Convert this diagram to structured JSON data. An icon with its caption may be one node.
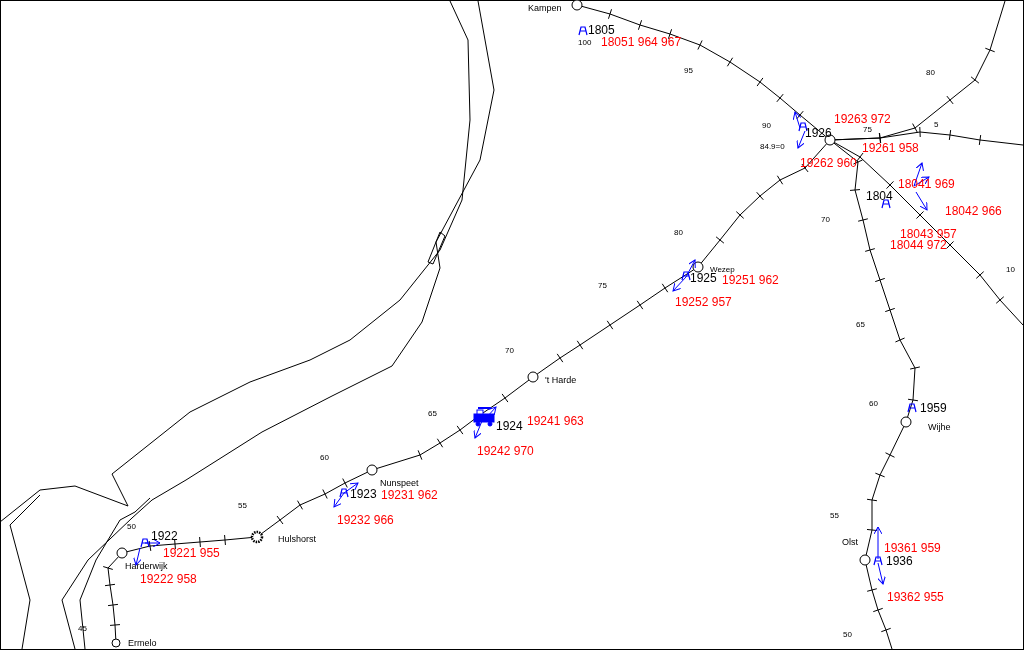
{
  "diagram": {
    "nodes": [
      {
        "text": [
          "Kampen"
        ]
      },
      {
        "text": [],
        "shape": "circle"
      },
      {
        "text": [
          "Wezep"
        ]
      },
      {
        "text": [
          "'t Harde"
        ]
      },
      {
        "text": [
          "Wijhe"
        ]
      },
      {
        "text": [
          "Nunspeet"
        ]
      },
      {
        "text": [
          "Hulshorst"
        ]
      },
      {
        "text": [
          "Harderwijk"
        ]
      },
      {
        "text": [
          "Olst"
        ]
      },
      {
        "text": [
          "Ermelo"
        ]
      }
    ],
    "edges": [
      {
        "from": 0,
        "to": 1,
        "arrow": "none"
      },
      {
        "from": 1,
        "to": null,
        "arrow": "none"
      },
      {
        "from": 1,
        "to": null,
        "arrow": "none"
      },
      {
        "from": 1,
        "to": 2,
        "arrow": "none"
      },
      {
        "from": 1,
        "to": null,
        "arrow": "none"
      },
      {
        "from": 1,
        "to": 4,
        "arrow": "none"
      },
      {
        "from": 2,
        "to": 3,
        "arrow": "none"
      },
      {
        "from": 3,
        "to": 5,
        "arrow": "none"
      },
      {
        "from": 4,
        "to": 8,
        "arrow": "none"
      },
      {
        "from": 5,
        "to": 6,
        "arrow": "none"
      },
      {
        "from": 6,
        "to": 7,
        "arrow": "none"
      },
      {
        "from": 7,
        "to": 9,
        "arrow": "none"
      },
      {
        "from": 8,
        "to": null,
        "arrow": "none"
      }
    ],
    "labels": [
      "1805",
      "100",
      "18051 964 967",
      "80",
      "95",
      "90",
      "19263 972",
      "1926",
      "75",
      "5",
      "84.9=0",
      "19261 958",
      "19262 960",
      "18041 969",
      "1804",
      "18042 966",
      "70",
      "18043 957",
      "18044 972",
      "80",
      "10",
      "19251 962",
      "1925",
      "19252 957",
      "75",
      "65",
      "70",
      "60",
      "1959",
      "65",
      "1924",
      "19241 963",
      "19242 970",
      "60",
      "1923",
      "19231 962",
      "55",
      "19232 966",
      "50",
      "55",
      "1922",
      "19361 959",
      "19221 955",
      "1936",
      "19222 958",
      "19362 955",
      "45",
      "50"
    ]
  }
}
